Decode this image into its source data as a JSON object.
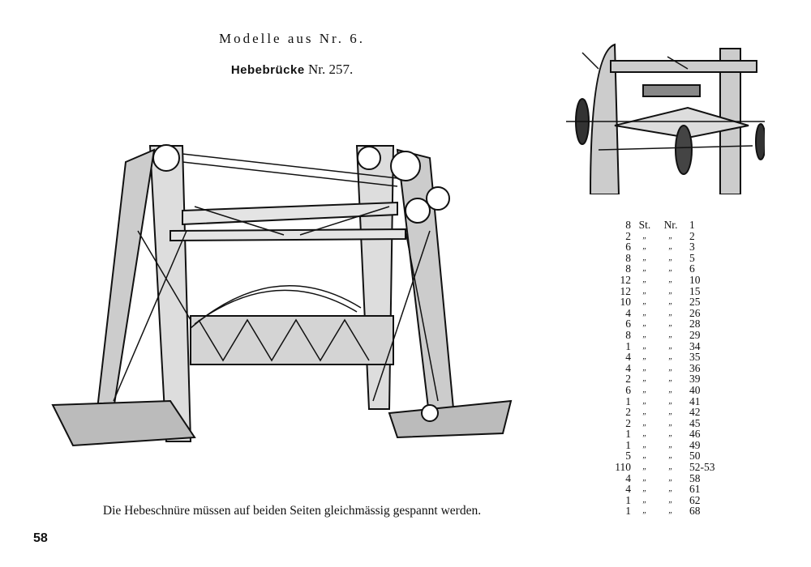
{
  "header": {
    "series": "Modelle aus Nr. 6.",
    "model_name": "Hebebrücke",
    "model_number": "Nr. 257."
  },
  "caption": "Die Hebeschnüre müssen auf beiden Seiten gleichmässig gespannt werden.",
  "page_number": "58",
  "parts_list": [
    {
      "qty": "8",
      "unit": "St.",
      "nr_label": "Nr.",
      "nr": "1"
    },
    {
      "qty": "2",
      "unit": "„",
      "nr_label": "„",
      "nr": "2"
    },
    {
      "qty": "6",
      "unit": "„",
      "nr_label": "„",
      "nr": "3"
    },
    {
      "qty": "8",
      "unit": "„",
      "nr_label": "„",
      "nr": "5"
    },
    {
      "qty": "8",
      "unit": "„",
      "nr_label": "„",
      "nr": "6"
    },
    {
      "qty": "12",
      "unit": "„",
      "nr_label": "„",
      "nr": "10"
    },
    {
      "qty": "12",
      "unit": "„",
      "nr_label": "„",
      "nr": "15"
    },
    {
      "qty": "10",
      "unit": "„",
      "nr_label": "„",
      "nr": "25"
    },
    {
      "qty": "4",
      "unit": "„",
      "nr_label": "„",
      "nr": "26"
    },
    {
      "qty": "6",
      "unit": "„",
      "nr_label": "„",
      "nr": "28"
    },
    {
      "qty": "8",
      "unit": "„",
      "nr_label": "„",
      "nr": "29"
    },
    {
      "qty": "1",
      "unit": "„",
      "nr_label": "„",
      "nr": "34"
    },
    {
      "qty": "4",
      "unit": "„",
      "nr_label": "„",
      "nr": "35"
    },
    {
      "qty": "4",
      "unit": "„",
      "nr_label": "„",
      "nr": "36"
    },
    {
      "qty": "2",
      "unit": "„",
      "nr_label": "„",
      "nr": "39"
    },
    {
      "qty": "6",
      "unit": "„",
      "nr_label": "„",
      "nr": "40"
    },
    {
      "qty": "1",
      "unit": "„",
      "nr_label": "„",
      "nr": "41"
    },
    {
      "qty": "2",
      "unit": "„",
      "nr_label": "„",
      "nr": "42"
    },
    {
      "qty": "2",
      "unit": "„",
      "nr_label": "„",
      "nr": "45"
    },
    {
      "qty": "1",
      "unit": "„",
      "nr_label": "„",
      "nr": "46"
    },
    {
      "qty": "1",
      "unit": "„",
      "nr_label": "„",
      "nr": "49"
    },
    {
      "qty": "5",
      "unit": "„",
      "nr_label": "„",
      "nr": "50"
    },
    {
      "qty": "110",
      "unit": "„",
      "nr_label": "„",
      "nr": "52-53"
    },
    {
      "qty": "4",
      "unit": "„",
      "nr_label": "„",
      "nr": "58"
    },
    {
      "qty": "4",
      "unit": "„",
      "nr_label": "„",
      "nr": "61"
    },
    {
      "qty": "1",
      "unit": "„",
      "nr_label": "„",
      "nr": "62"
    },
    {
      "qty": "1",
      "unit": "„",
      "nr_label": "„",
      "nr": "68"
    }
  ]
}
